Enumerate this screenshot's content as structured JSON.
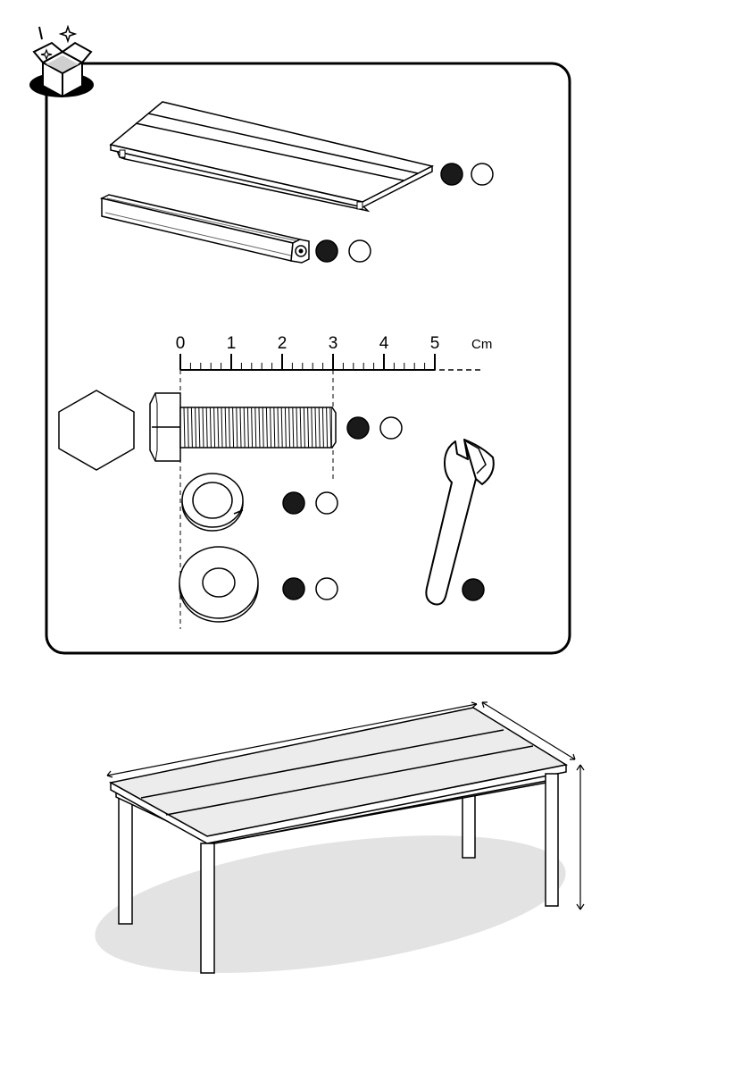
{
  "ruler": {
    "ticks": [
      "0",
      "1",
      "2",
      "3",
      "4",
      "5"
    ],
    "unit": "Cm"
  },
  "colors": {
    "ink": "#000000",
    "badge_fill": "#1a1a1a",
    "shadow": "#e3e3e3",
    "tabletop": "#ececec"
  },
  "icons": {
    "unboxing": "open-box-sparkle-icon"
  }
}
